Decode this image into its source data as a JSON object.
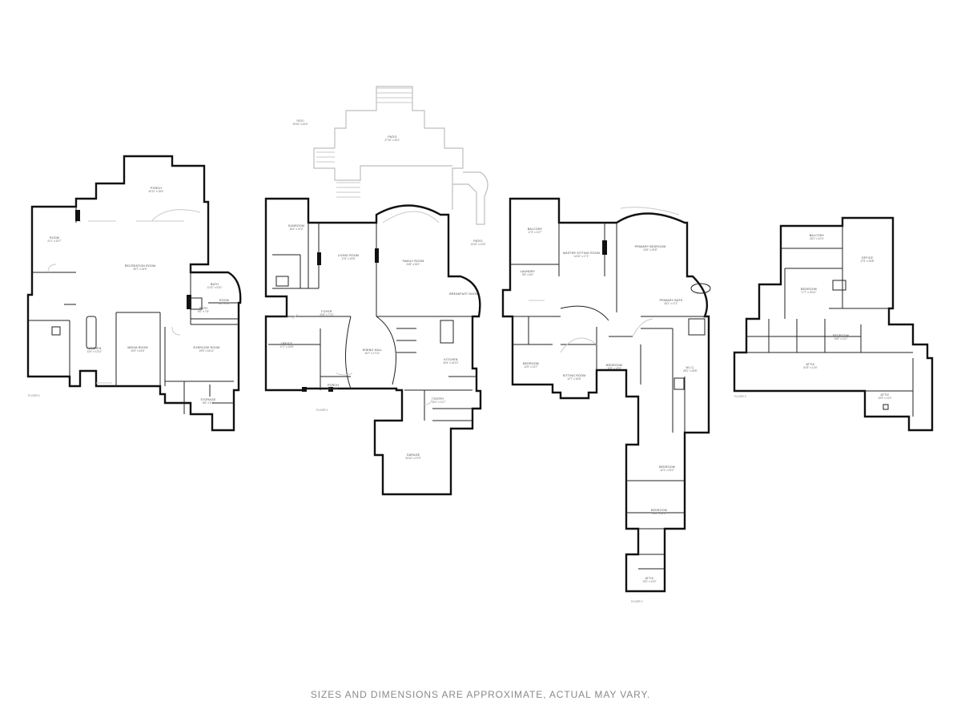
{
  "disclaimer": "SIZES AND DIMENSIONS ARE APPROXIMATE, ACTUAL MAY VARY.",
  "floors": [
    {
      "name": "FLOOR 0",
      "rooms": [
        {
          "key": "porch",
          "name": "PORCH",
          "dims": "40'11\" x 15'4\""
        },
        {
          "key": "room",
          "name": "ROOM",
          "dims": "21'1\" x 20'7\""
        },
        {
          "key": "recreation_room",
          "name": "RECREATION ROOM",
          "dims": "39'7\" x 24'9\""
        },
        {
          "key": "bath",
          "name": "BATH",
          "dims": "11'11\" x 5'10\""
        },
        {
          "key": "room_2",
          "name": "ROOM",
          "dims": "9'6\" x 4'4\""
        },
        {
          "key": "bath_2",
          "name": "BATH",
          "dims": "9'0\" x 7'8\""
        },
        {
          "key": "kitchen",
          "name": "KITCHEN",
          "dims": "13'4\" x 12'11\""
        },
        {
          "key": "media_room",
          "name": "MEDIA ROOM",
          "dims": "19'4\" x 24'6\""
        },
        {
          "key": "exercise_room",
          "name": "EXERCISE ROOM",
          "dims": "19'8\" x 16'11\""
        },
        {
          "key": "storage",
          "name": "STORAGE",
          "dims": "8'6\" x 5'1\""
        }
      ]
    },
    {
      "name": "FLOOR 1",
      "rooms": [
        {
          "key": "patio",
          "name": "PATIO",
          "dims": "27'10\" x 34'1\""
        },
        {
          "key": "sunroom",
          "name": "SUNROOM",
          "dims": "15'4\" x 14'0\""
        },
        {
          "key": "living_room",
          "name": "LIVING ROOM",
          "dims": "17'6\" x 23'6\""
        },
        {
          "key": "family_room",
          "name": "FAMILY ROOM",
          "dims": "24'8\" x 26'1\""
        },
        {
          "key": "foyer",
          "name": "FOYER",
          "dims": "20'6\" x 7'10\""
        },
        {
          "key": "office",
          "name": "OFFICE",
          "dims": "17'1\" x 16'8\""
        },
        {
          "key": "dining_hall",
          "name": "DINING HALL",
          "dims": "16'7\" x 17'11\""
        },
        {
          "key": "kitchen",
          "name": "KITCHEN",
          "dims": "26'4\" x 16'10\""
        },
        {
          "key": "garage",
          "name": "GARAGE",
          "dims": "33'10\" x 37'9\""
        },
        {
          "key": "entry",
          "name": "ENTRY",
          "dims": "16'1\" x 11'7\""
        },
        {
          "key": "porch",
          "name": "PORCH",
          "dims": "8'2\" x 5'6\""
        }
      ]
    },
    {
      "name": "FLOOR 2",
      "rooms": [
        {
          "key": "balcony",
          "name": "BALCONY",
          "dims": "17'3\" x 21'7\""
        },
        {
          "key": "master_sitting",
          "name": "MASTER SITTING ROOM",
          "dims": "14'10\" x 17'1\""
        },
        {
          "key": "primary_bedroom",
          "name": "PRIMARY BEDROOM",
          "dims": "22'6\" x 20'8\""
        },
        {
          "key": "primary_bath",
          "name": "PRIMARY BATH",
          "dims": "26'2\" x 17'1\""
        },
        {
          "key": "laundry",
          "name": "LAUNDRY",
          "dims": "9'8\" x 8'6\""
        },
        {
          "key": "bedroom_a",
          "name": "BEDROOM",
          "dims": "12'5\" x 13'7\""
        },
        {
          "key": "bedroom_b",
          "name": "BEDROOM",
          "dims": "16'9\" x 18'8\""
        },
        {
          "key": "sitting_room",
          "name": "SITTING ROOM",
          "dims": "12'7\" x 16'6\""
        },
        {
          "key": "wic",
          "name": "W.I.C.",
          "dims": "28'1\" x 28'8\""
        },
        {
          "key": "bedroom_c",
          "name": "BEDROOM",
          "dims": "12'1\" x 19'2\""
        },
        {
          "key": "bedroom_d",
          "name": "BEDROOM",
          "dims": "19'8\" x 13'4\""
        },
        {
          "key": "attic",
          "name": "ATTIC",
          "dims": "13'2\" x 13'2\""
        }
      ]
    },
    {
      "name": "FLOOR 3",
      "rooms": [
        {
          "key": "balcony",
          "name": "BALCONY",
          "dims": "28'1\" x 10'4\""
        },
        {
          "key": "office",
          "name": "OFFICE",
          "dims": "17'5\" x 25'8\""
        },
        {
          "key": "bedroom_a",
          "name": "BEDROOM",
          "dims": "17'7\" x 20'11\""
        },
        {
          "key": "bedroom_b",
          "name": "BEDROOM",
          "dims": "15'8\" x 11'1\""
        },
        {
          "key": "attic",
          "name": "ATTIC",
          "dims": "61'5\" x 11'6\""
        },
        {
          "key": "attic_2",
          "name": "ATTIC",
          "dims": "10'9\" x 11'4\""
        }
      ]
    }
  ]
}
